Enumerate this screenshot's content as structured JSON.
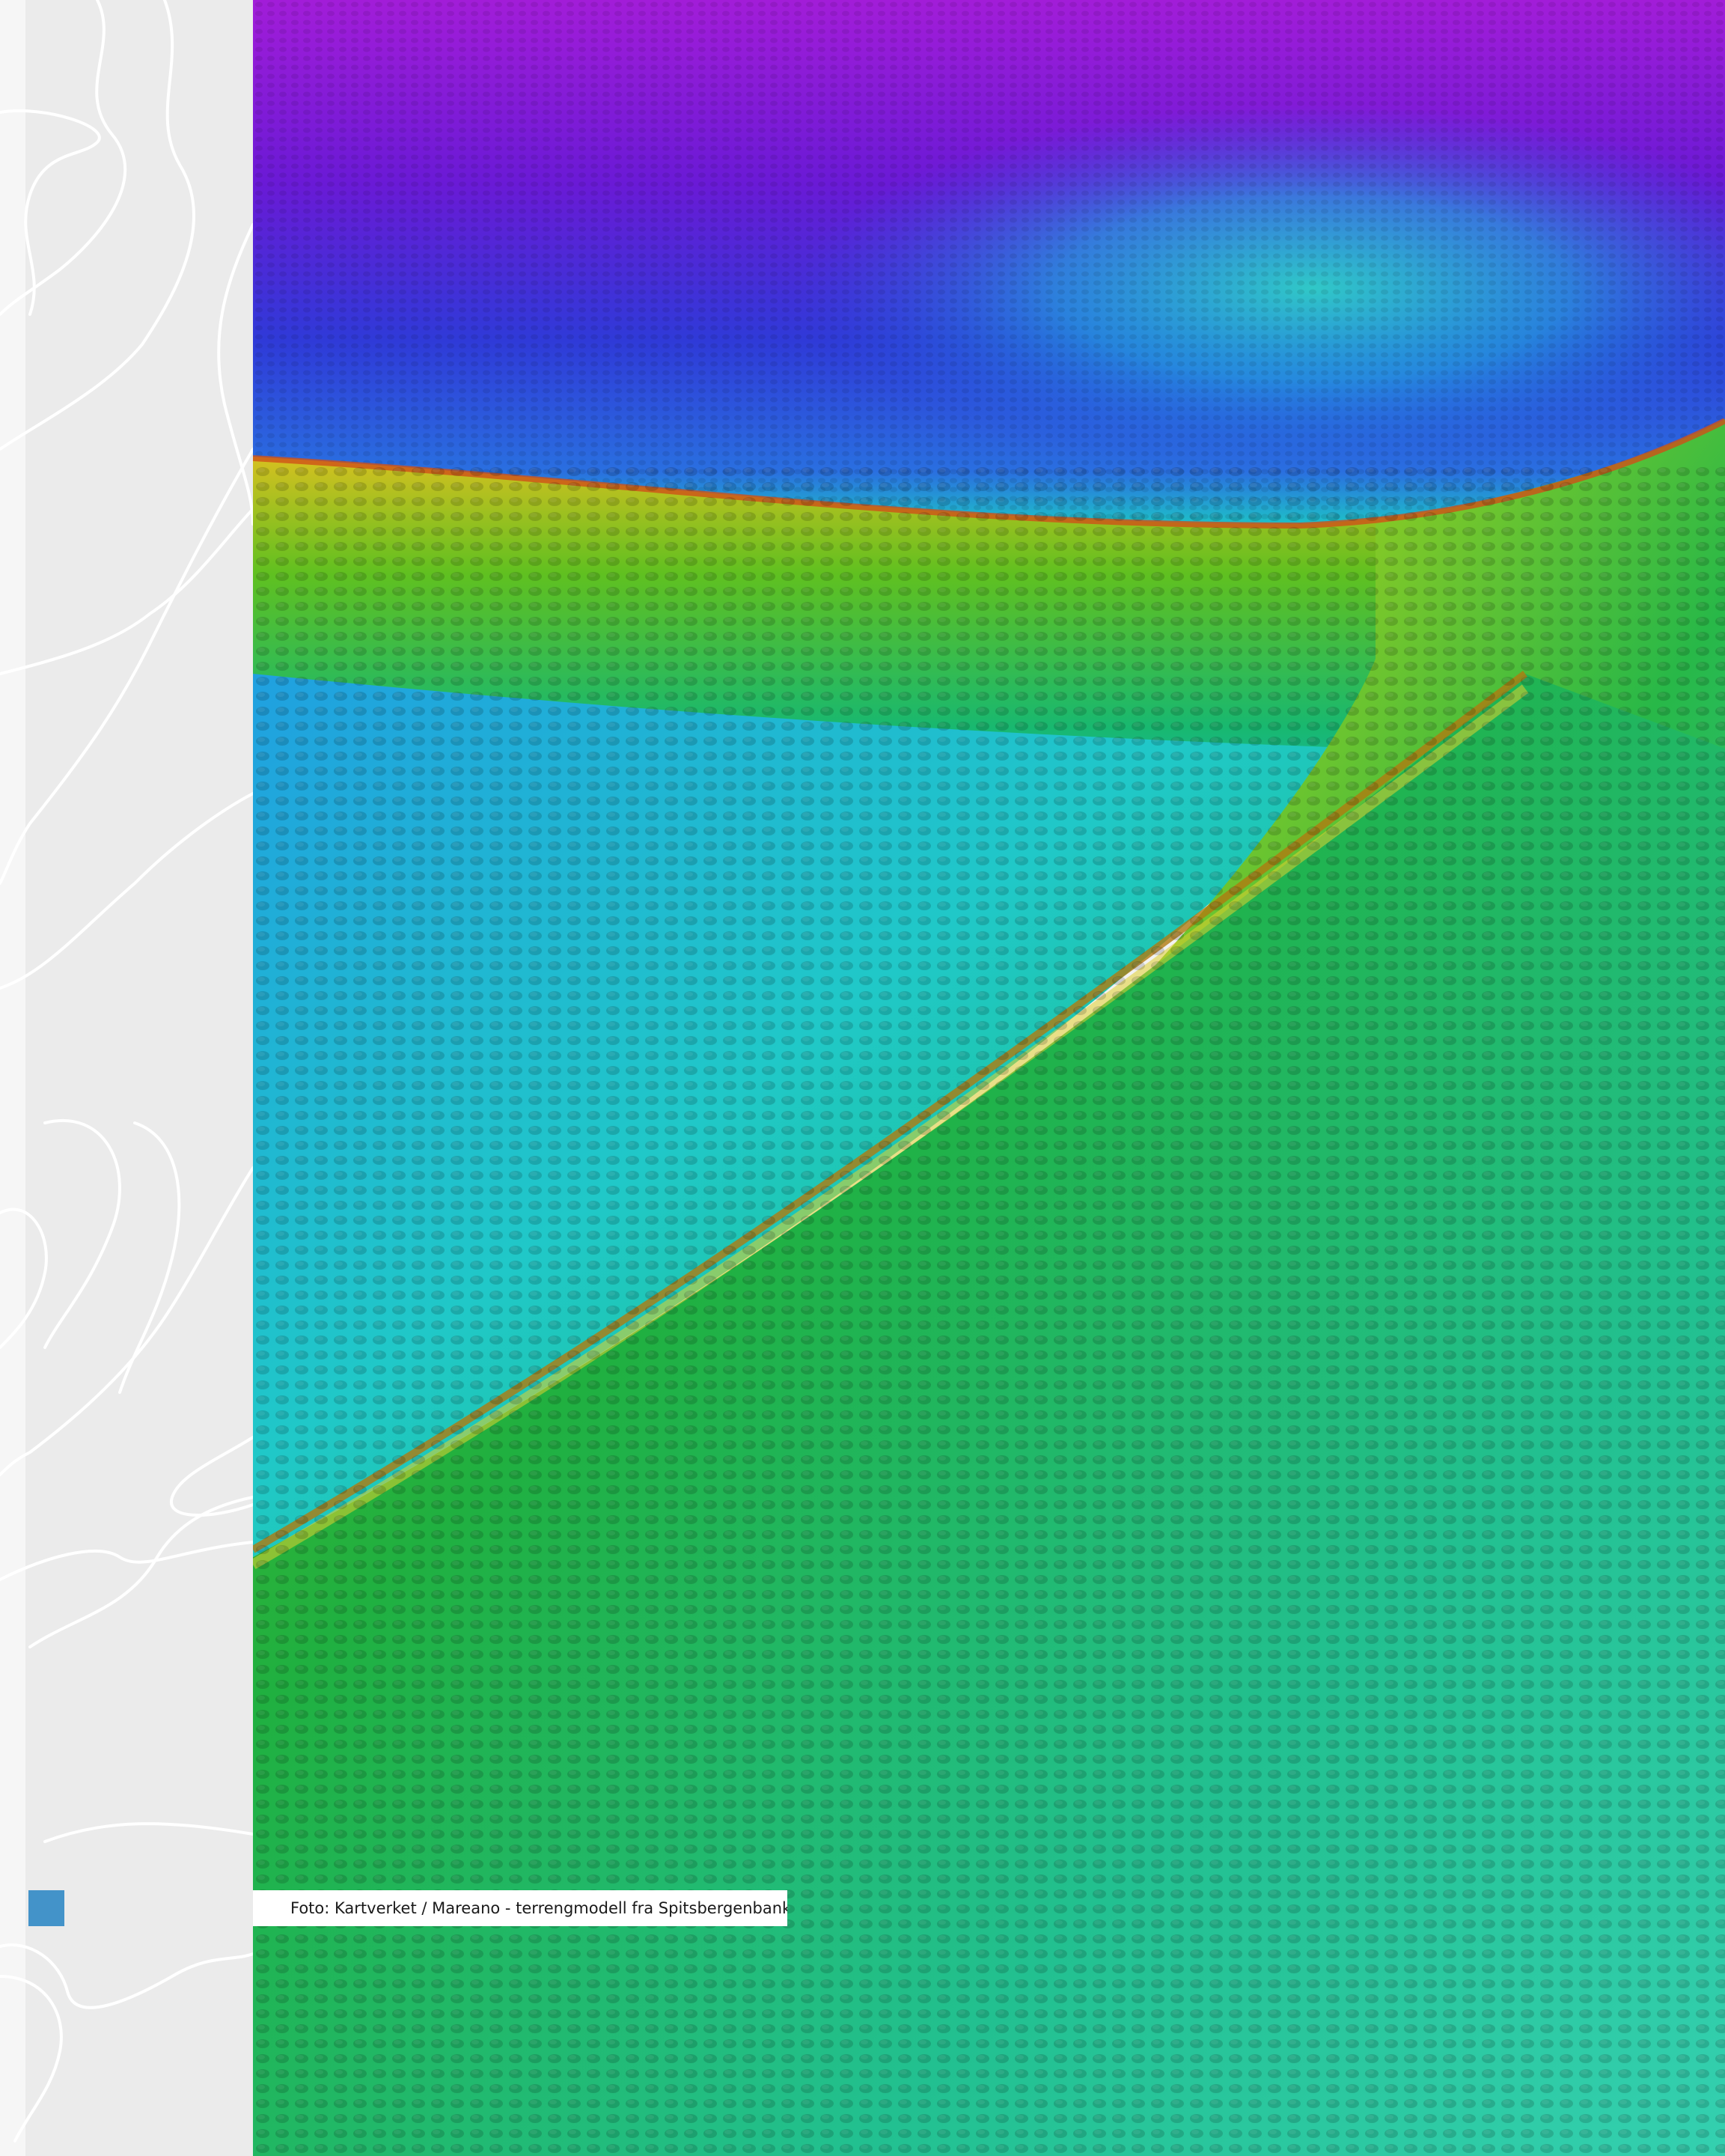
{
  "caption": {
    "text": "Foto: Kartverket / Mareano - terrengmodell fra Spitsbergenbanken"
  },
  "colors": {
    "sidebar": "#ebebeb",
    "marker": "#4393c9",
    "caption_bg": "#ffffff"
  },
  "icons": {
    "sidebar_pattern": "contour-lines",
    "marker": "blue-square"
  }
}
